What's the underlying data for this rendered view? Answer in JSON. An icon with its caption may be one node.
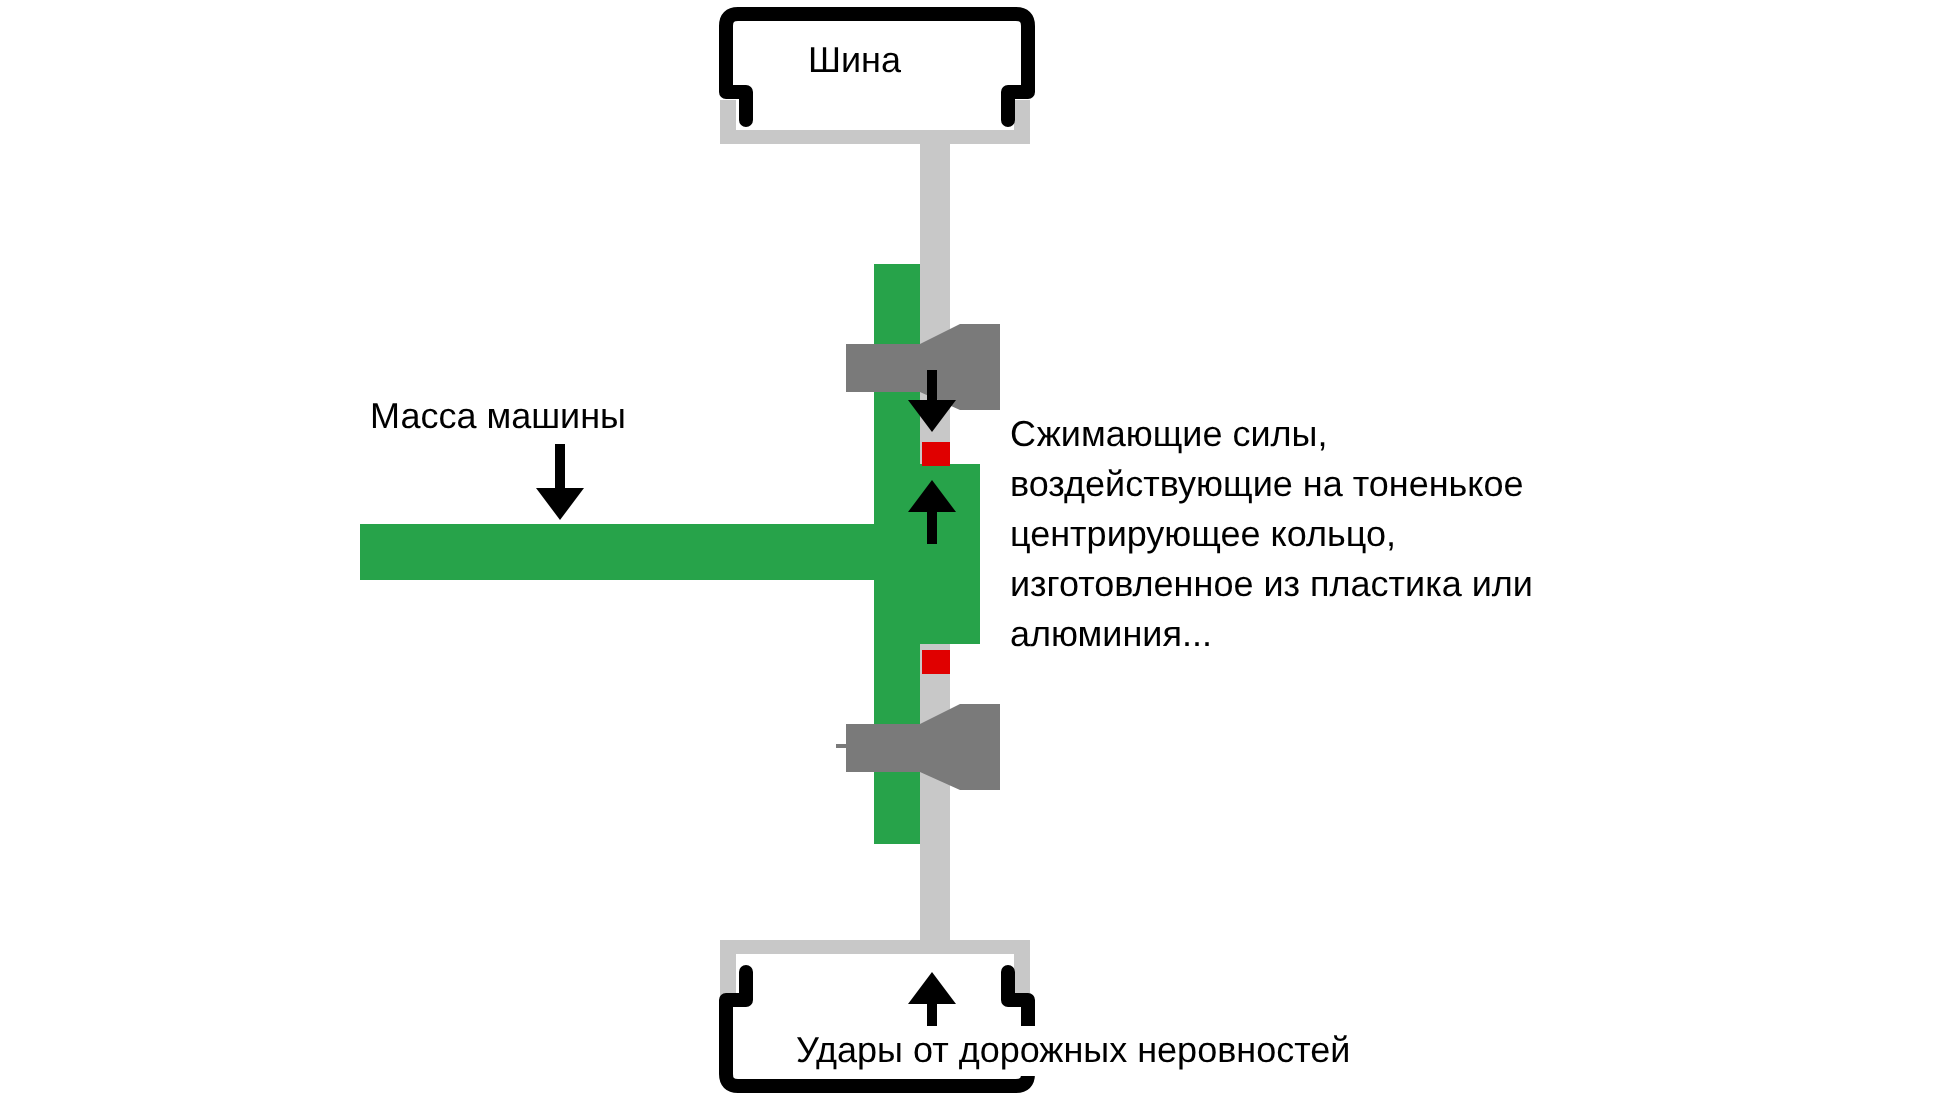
{
  "diagram": {
    "labels": [
      "Шина",
      "Масса машины",
      "Сжимающие силы, воздействующие на тоненькое центрирующее кольцо, изготовленное из пластика или алюминия...",
      "Удары от дорожных неровностей"
    ]
  }
}
